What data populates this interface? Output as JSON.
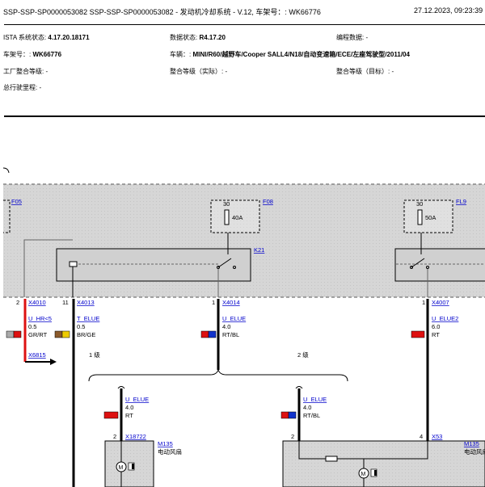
{
  "title_left": "SSP-SSP-SP0000053082  SSP-SSP-SP0000053082  - 发动机冷却系统 - V.12, 车架号：: WK66776",
  "title_right": "27.12.2023,  09:23:39",
  "info": {
    "ista_label": "ISTA 系统状态: ",
    "ista_value": "4.17.20.18171",
    "data_label": "数据状态: ",
    "data_value": "R4.17.20",
    "prog_label": "编程数据: -",
    "vin_label": "车架号：: ",
    "vin_value": "WK66776",
    "vehicle_label": "车辆：: ",
    "vehicle_value": "MINI/R60/越野车/Cooper SALL4/N18/自动变速箱/ECE/左座驾驶型/2011/04",
    "factory_level": "工厂整合等级: -",
    "actual_level": "整合等级（实际）: -",
    "target_level": "整合等级（目标）: -",
    "mileage": "总行驶里程: -"
  },
  "diagram": {
    "fuses": [
      {
        "id": "F05"
      },
      {
        "id": "F08",
        "num": "30",
        "rating": "40A"
      },
      {
        "id": "FL9",
        "num": "30",
        "rating": "50A"
      }
    ],
    "module": "K21",
    "connectors": [
      {
        "pin": "2",
        "id": "X4010"
      },
      {
        "pin": "11",
        "id": "X4013"
      },
      {
        "pin": "1",
        "id": "X4014"
      },
      {
        "pin": "1",
        "id": "X4007"
      },
      {
        "pin": "2",
        "id": "X18722"
      },
      {
        "pin": "4",
        "id": "X53"
      },
      {
        "id": "X6815"
      }
    ],
    "wires": [
      {
        "name": "U_HR<5",
        "size": "0.5",
        "color_code": "GR/RT",
        "colors": [
          "#aaaaaa",
          "#dd1111"
        ]
      },
      {
        "name": "T_ELUE",
        "size": "0.5",
        "color_code": "BR/GE",
        "colors": [
          "#8b5a2b",
          "#eecc00"
        ]
      },
      {
        "name": "U_ELUE",
        "size": "4.0",
        "color_code": "RT/BL",
        "colors": [
          "#dd1111",
          "#1133cc"
        ]
      },
      {
        "name": "U_ELUE2",
        "size": "6.0",
        "color_code": "RT",
        "colors": [
          "#dd1111"
        ]
      },
      {
        "name": "U_ELUE",
        "size": "4.0",
        "color_code": "RT",
        "colors": [
          "#dd1111"
        ]
      },
      {
        "name": "U_ELUE",
        "size": "4.0",
        "color_code": "RT/BL",
        "colors": [
          "#dd1111",
          "#1133cc"
        ]
      }
    ],
    "stage1": "1 级",
    "stage2": "2 级",
    "components": [
      {
        "id": "M135",
        "desc": "电动风扇"
      },
      {
        "id": "M135",
        "desc": "电动风扇"
      }
    ]
  }
}
